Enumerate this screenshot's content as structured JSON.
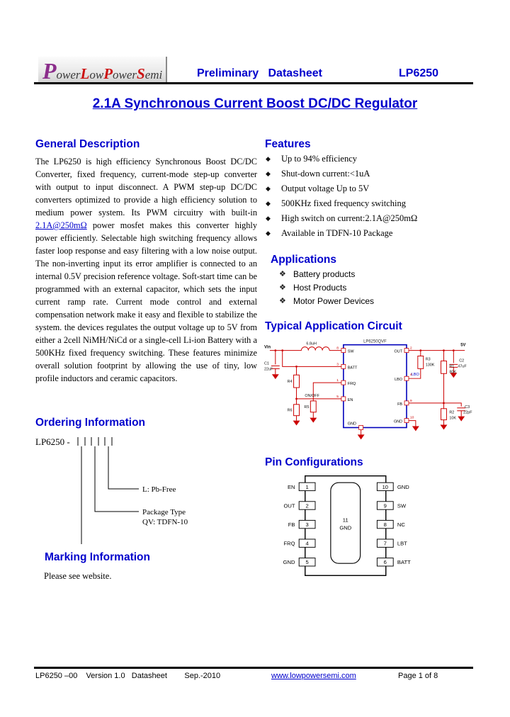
{
  "header": {
    "logo": {
      "p": "P",
      "ower": "ower",
      "low_l": "L",
      "low_ow": "ow",
      "pw_p": "P",
      "pw_ower": "ower",
      "semi_s": "S",
      "semi_emi": "emi"
    },
    "doc_type": "Preliminary   Datasheet",
    "part": "LP6250"
  },
  "title": "2.1A Synchronous Current Boost DC/DC Regulator",
  "general": {
    "heading": "General Description",
    "p1": "The LP6250 is high efficiency Synchronous Boost DC/DC Converter, fixed frequency, current-mode step-up converter with output to input disconnect. A PWM step-up DC/DC converters optimized to provide a high efficiency solution to medium power system. Its PWM circuitry with built-in ",
    "link": "2.1A@250mΩ",
    "p2": " power mosfet makes this converter highly power efficiently. Selectable high switching frequency allows faster loop response and easy filtering with a low noise output. The non-inverting input its error amplifier is connected to an internal 0.5V precision reference voltage. Soft-start time can be programmed with an external capacitor, which sets the input current ramp rate. Current mode control and external compensation network make it easy and flexible to stabilize the system. the devices regulates the output voltage up to 5V from either a 2cell NiMH/NiCd or a single-cell Li-ion Battery with a 500KHz fixed frequency switching. These features minimize overall solution footprint by allowing the use of tiny, low profile inductors and ceramic capacitors."
  },
  "features": {
    "heading": "Features",
    "bullet": "◆",
    "items": [
      "Up to 94% efficiency",
      "Shut-down current:<1uA",
      "Output voltage Up to 5V",
      "500KHz fixed frequency switching",
      "High switch on current:2.1A@250mΩ",
      "Available in TDFN-10 Package"
    ]
  },
  "applications": {
    "heading": "Applications",
    "bullet": "❖",
    "items": [
      "Battery products",
      "Host Products",
      "Motor Power Devices"
    ]
  },
  "circuit": {
    "heading": "Typical Application Circuit",
    "chip": "LP6250QVF",
    "vin": "Vin",
    "vout": "5V",
    "c1": "C1",
    "c1v": "22uF",
    "c2": "C2",
    "c2v": "47uF",
    "c3": "C3",
    "c3v": "22pF",
    "r1": "R1",
    "r1v": "80K",
    "r2": "R2",
    "r2v": "10K",
    "r3": "R3",
    "r3v": "130K",
    "r4": "R4",
    "r5": "R5",
    "r6": "R6",
    "l1": "6.8uH",
    "onoff": "ON/OFF",
    "lbo_net": "LBO",
    "pins": {
      "sw": "SW",
      "batt": "BATT",
      "frq": "FRQ",
      "en": "EN",
      "gndl": "GND",
      "out": "OUT",
      "lbo": "LBO",
      "fb": "FB",
      "gndr": "GND"
    },
    "nums": {
      "p8": "8",
      "p3": "3",
      "p1": "1",
      "p5": "5",
      "p2": "2",
      "p4": "4",
      "p9": "9",
      "p10": "10"
    }
  },
  "pin_config": {
    "heading": "Pin Configurations",
    "pad_num": "11",
    "pad_name": "GND",
    "left": [
      {
        "num": "1",
        "label": "EN"
      },
      {
        "num": "2",
        "label": "OUT"
      },
      {
        "num": "3",
        "label": "FB"
      },
      {
        "num": "4",
        "label": "FRQ"
      },
      {
        "num": "5",
        "label": "GND"
      }
    ],
    "right": [
      {
        "num": "10",
        "label": "GND"
      },
      {
        "num": "9",
        "label": "SW"
      },
      {
        "num": "8",
        "label": "NC"
      },
      {
        "num": "7",
        "label": "LBT"
      },
      {
        "num": "6",
        "label": "BATT"
      }
    ]
  },
  "ordering": {
    "heading": "Ordering Information",
    "prefix": "LP6250 -",
    "pb_free": "L: Pb-Free",
    "pkg_label": "Package Type",
    "pkg_code": "QV: TDFN-10"
  },
  "marking": {
    "heading": "Marking Information",
    "note": "Please see website."
  },
  "footer": {
    "left": "LP6250 –00    Version 1.0   Datasheet        Sep.-2010",
    "url": "www.lowpowersemi.com",
    "page": "Page 1 of 8"
  }
}
